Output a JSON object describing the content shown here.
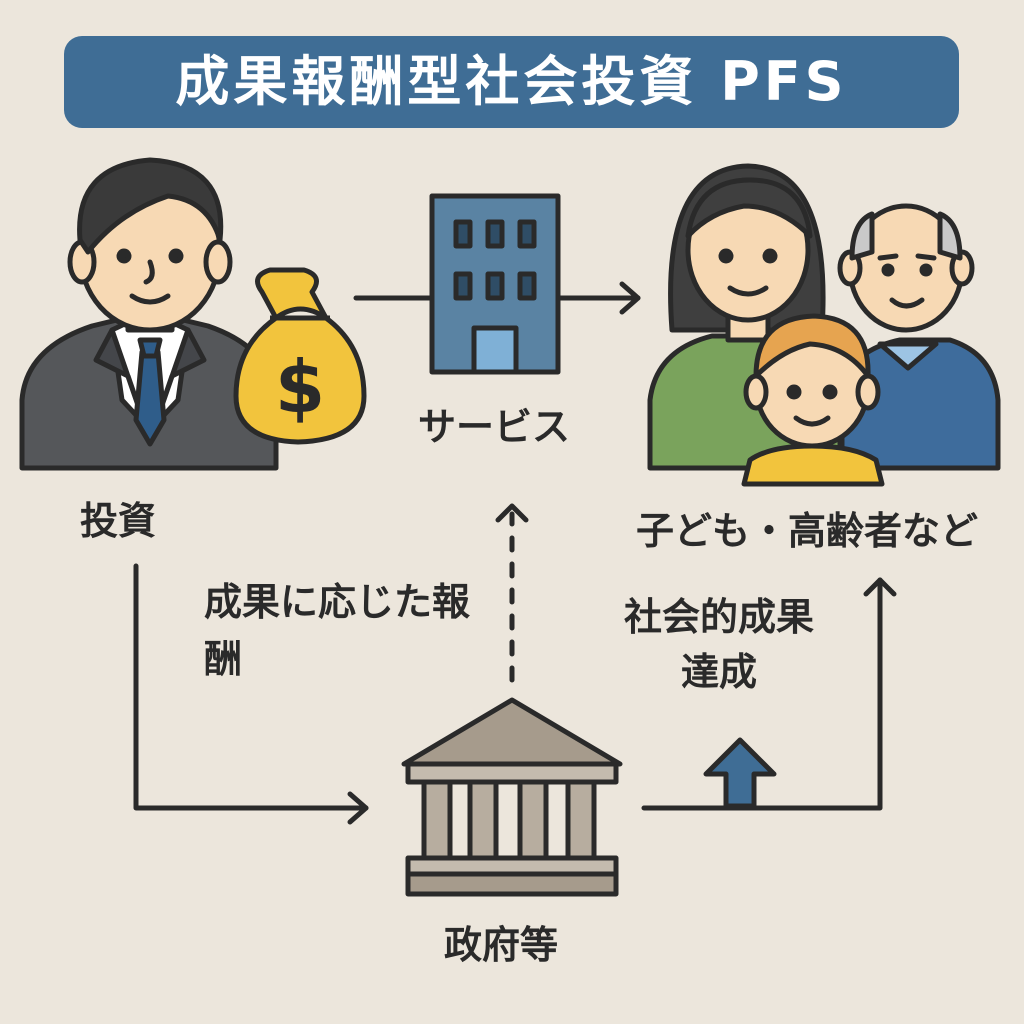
{
  "title": "成果報酬型社会投資 PFS",
  "labels": {
    "investment": "投資",
    "service": "サービス",
    "beneficiaries": "子ども・高齢者など",
    "reward": "成果に応じた報酬",
    "outcome": "社会的成果達成",
    "government": "政府等"
  },
  "icons": {
    "money_symbol": "$"
  },
  "colors": {
    "banner": "#3f6d95",
    "background": "#ece6dc",
    "building": "#5a83a3",
    "money_bag": "#f2c43d",
    "government_building": "#a69b8c",
    "arrow_accent": "#3f6d95"
  }
}
